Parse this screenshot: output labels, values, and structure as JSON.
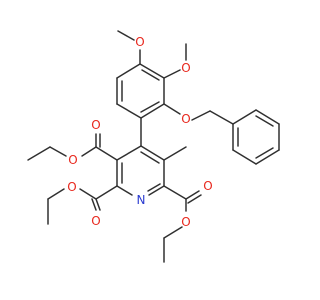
{
  "molecule": {
    "atom_labels": {
      "o_methoxy_top": "O",
      "o_methoxy_mid": "O",
      "o_benzyloxy": "O",
      "o_ester_a_carbonyl": "O",
      "o_ester_a_ether": "O",
      "o_ester_b_carbonyl": "O",
      "o_ester_b_ether": "O",
      "o_ester_c_carbonyl": "O",
      "o_ester_c_ether": "O",
      "n_pyridine": "N"
    },
    "colors": {
      "bond": "#303030",
      "oxygen": "#e8281e",
      "nitrogen": "#2a3ad0",
      "background": "#ffffff"
    }
  }
}
